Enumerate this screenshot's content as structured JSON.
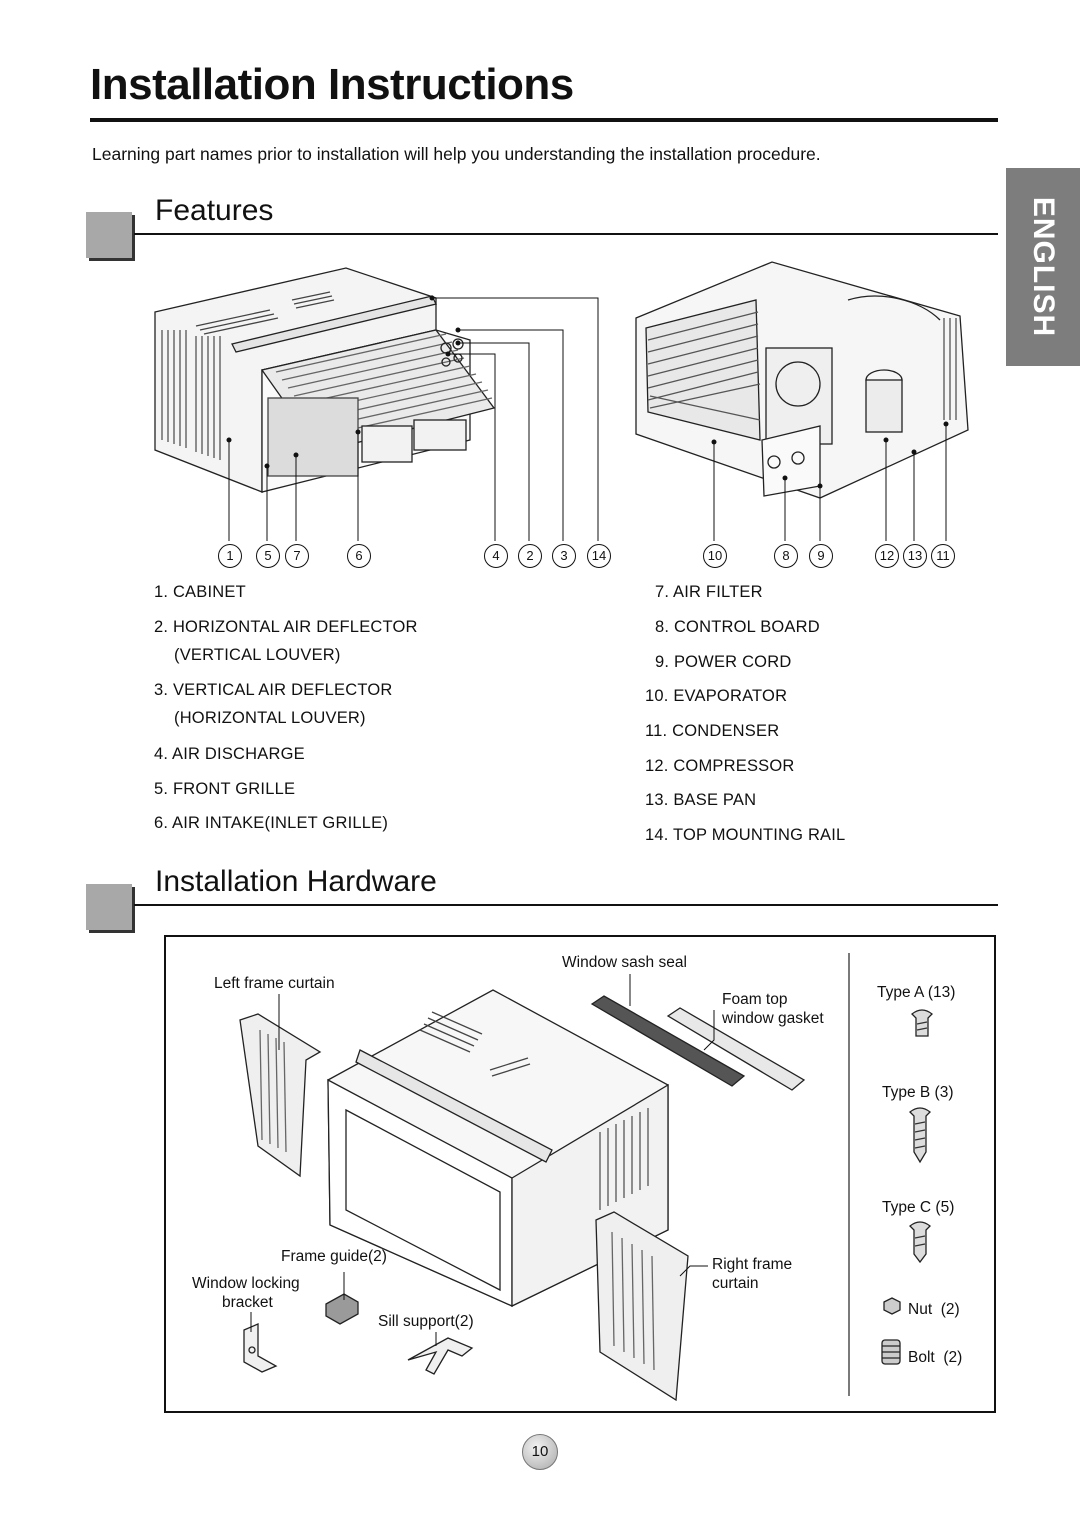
{
  "title": "Installation Instructions",
  "intro": "Learning part names prior to installation will help you understanding the installation procedure.",
  "language_tab": "ENGLISH",
  "features": {
    "heading": "Features",
    "callouts_left": [
      "1",
      "5",
      "7",
      "6",
      "4",
      "2",
      "3",
      "14"
    ],
    "callouts_right": [
      "10",
      "8",
      "9",
      "12",
      "13",
      "11"
    ],
    "parts_left": [
      {
        "label": "1. CABINET"
      },
      {
        "label": "2. HORIZONTAL AIR DEFLECTOR",
        "sub": "(VERTICAL LOUVER)"
      },
      {
        "label": "3. VERTICAL AIR DEFLECTOR",
        "sub": "(HORIZONTAL LOUVER)"
      },
      {
        "label": "4. AIR DISCHARGE"
      },
      {
        "label": "5. FRONT GRILLE"
      },
      {
        "label": "6. AIR INTAKE(INLET GRILLE)"
      }
    ],
    "parts_right": [
      {
        "label": "7. AIR FILTER"
      },
      {
        "label": "8. CONTROL BOARD"
      },
      {
        "label": "9. POWER CORD"
      },
      {
        "label": "10. EVAPORATOR"
      },
      {
        "label": "11. CONDENSER"
      },
      {
        "label": "12. COMPRESSOR"
      },
      {
        "label": "13. BASE PAN"
      },
      {
        "label": "14. TOP MOUNTING RAIL"
      }
    ]
  },
  "hardware": {
    "heading": "Installation Hardware",
    "labels": {
      "left_frame_curtain": "Left frame curtain",
      "window_sash_seal": "Window sash seal",
      "foam_top": "Foam top",
      "window_gasket": "window gasket",
      "frame_guide": "Frame guide(2)",
      "window_locking": "Window locking",
      "bracket": "bracket",
      "sill_support": "Sill support(2)",
      "right_frame": "Right frame",
      "curtain": "curtain"
    },
    "fasteners": [
      {
        "name": "Type A (13)"
      },
      {
        "name": "Type B (3)"
      },
      {
        "name": "Type C (5)"
      },
      {
        "name": "Nut  (2)"
      },
      {
        "name": "Bolt  (2)"
      }
    ]
  },
  "page_number": "10"
}
